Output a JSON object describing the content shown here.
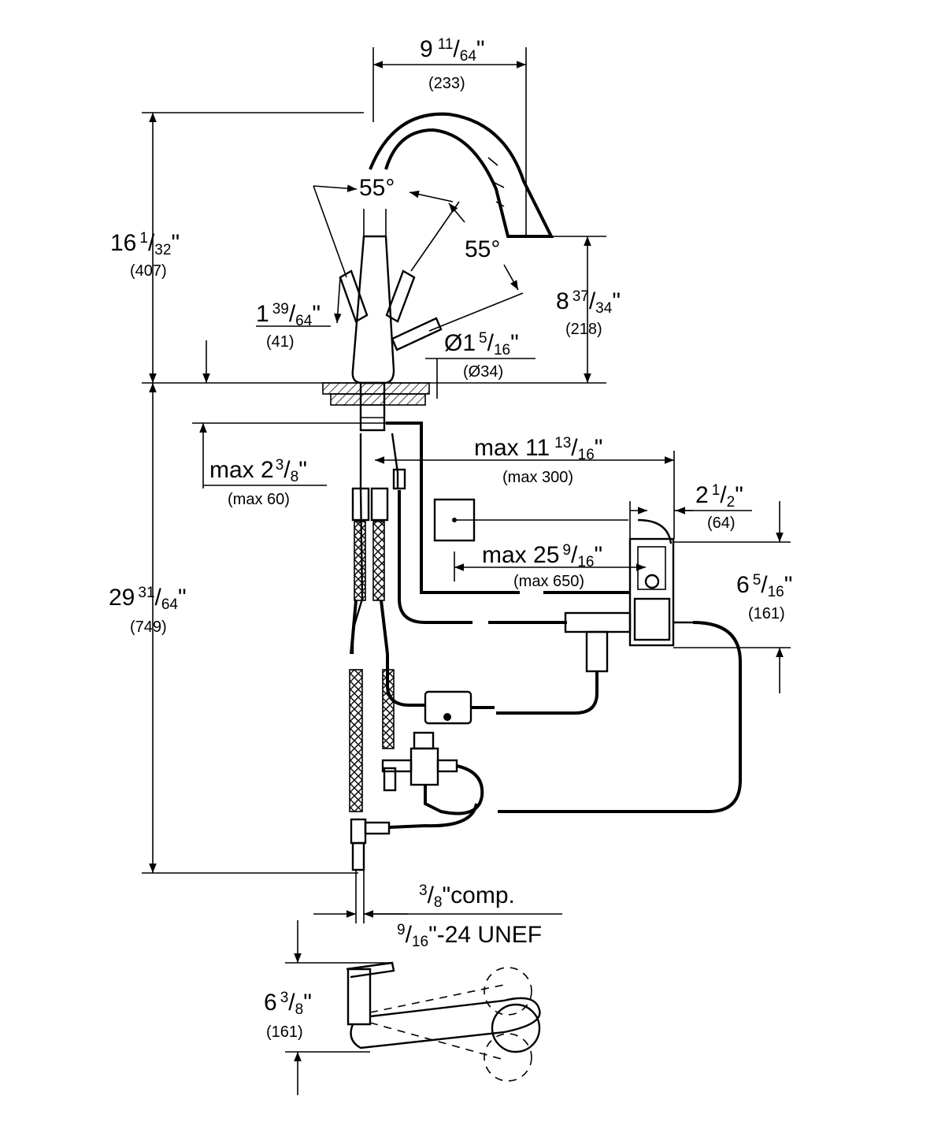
{
  "dimensions": [
    {
      "id": "spout-reach",
      "whole": "9",
      "num": "11",
      "den": "64",
      "suffix": "\"",
      "metric": "(233)"
    },
    {
      "id": "total-height",
      "whole": "16",
      "num": "1",
      "den": "32",
      "suffix": "\"",
      "metric": "(407)"
    },
    {
      "id": "lever-width",
      "whole": "1",
      "num": "39",
      "den": "64",
      "suffix": "\"",
      "metric": "(41)"
    },
    {
      "id": "spout-height",
      "whole": "8",
      "num": "37",
      "den": "34",
      "suffix": "\"",
      "metric": "(218)"
    },
    {
      "id": "body-diameter",
      "whole": "Ø1",
      "num": "5",
      "den": "16",
      "suffix": "\"",
      "metric": "(Ø34)"
    },
    {
      "id": "deck-thickness",
      "whole": "max 2",
      "num": "3",
      "den": "8",
      "suffix": "\"",
      "metric": "(max 60)"
    },
    {
      "id": "box-distance",
      "whole": "max 11",
      "num": "13",
      "den": "16",
      "suffix": "\"",
      "metric": "(max 300)"
    },
    {
      "id": "box-depth",
      "whole": "2",
      "num": "1",
      "den": "2",
      "suffix": "\"",
      "metric": "(64)"
    },
    {
      "id": "sensor-distance",
      "whole": "max 25",
      "num": "9",
      "den": "16",
      "suffix": "\"",
      "metric": "(max 650)"
    },
    {
      "id": "box-height",
      "whole": "6",
      "num": "5",
      "den": "16",
      "suffix": "\"",
      "metric": "(161)"
    },
    {
      "id": "hose-length",
      "whole": "29",
      "num": "31",
      "den": "64",
      "suffix": "\"",
      "metric": "(749)"
    },
    {
      "id": "side-height",
      "whole": "6",
      "num": "3",
      "den": "8",
      "suffix": "\"",
      "metric": "(161)"
    }
  ],
  "angles": {
    "lever_angle_1": "55°",
    "lever_angle_2": "55°"
  },
  "connections": {
    "comp": {
      "num": "3",
      "den": "8",
      "suffix": "\"comp."
    },
    "thread": {
      "num": "9",
      "den": "16",
      "suffix": "\"-24 UNEF"
    }
  }
}
